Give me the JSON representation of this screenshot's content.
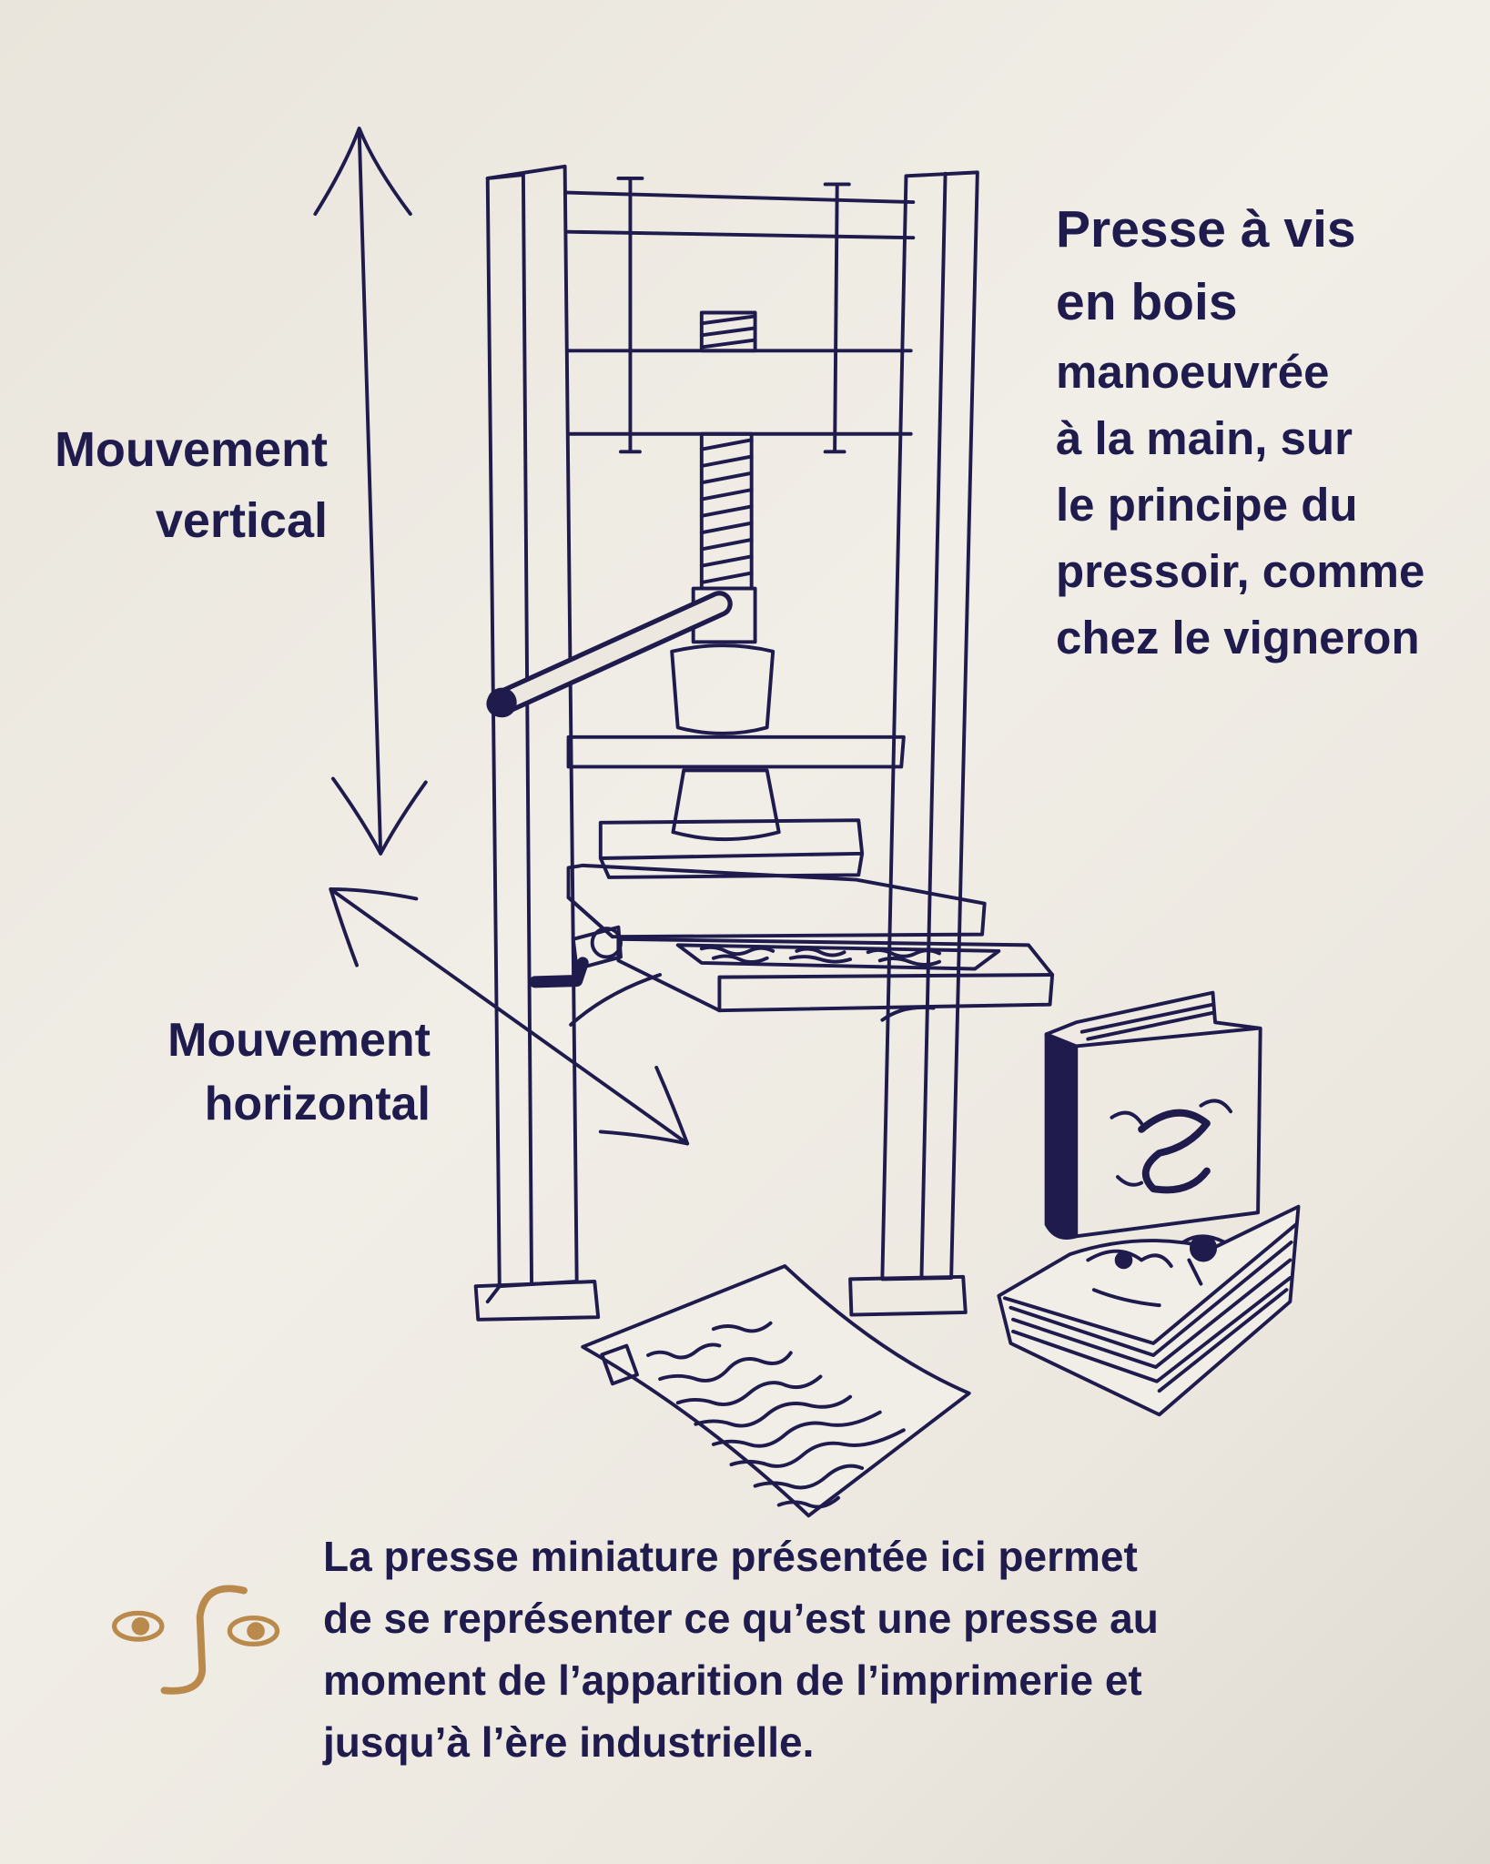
{
  "labels": {
    "vertical": [
      "Mouvement",
      "vertical"
    ],
    "horizontal": [
      "Mouvement",
      "horizontal"
    ]
  },
  "description": {
    "title": [
      "Presse à vis",
      "en bois"
    ],
    "body": [
      "manoeuvrée",
      "à la main, sur",
      "le principe du",
      "pressoir, comme",
      "chez le vigneron"
    ]
  },
  "note": {
    "lines": [
      "La presse miniature présentée ici permet",
      "de se représenter ce qu’est une presse au",
      "moment de l’apparition de l’imprimerie et",
      "jusqu’à l’ère industrielle."
    ],
    "icon": "look-eyes-icon"
  },
  "colors": {
    "ink": "#1f1b4d",
    "accent": "#b98a4c",
    "background": "#ece8e0"
  }
}
